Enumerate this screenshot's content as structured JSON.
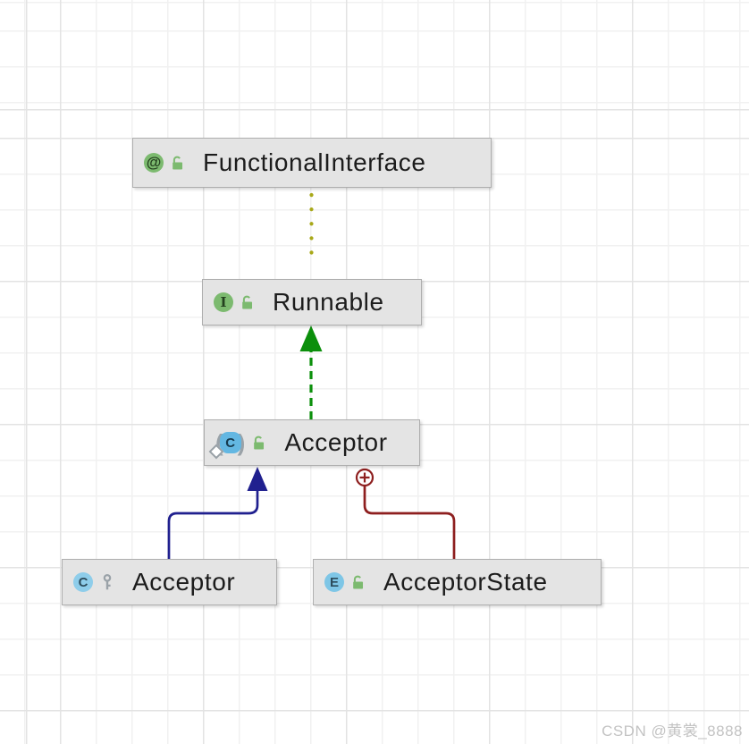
{
  "diagram": {
    "nodes": [
      {
        "label": "FunctionalInterface",
        "kind": "annotation",
        "icon_letter": "@",
        "visibility": "public"
      },
      {
        "label": "Runnable",
        "kind": "interface",
        "icon_letter": "I",
        "visibility": "public"
      },
      {
        "label": "Acceptor",
        "kind": "anonymous-class",
        "icon_letter": "C",
        "visibility": "public"
      },
      {
        "label": "Acceptor",
        "kind": "class",
        "icon_letter": "C",
        "visibility": "package-private"
      },
      {
        "label": "AcceptorState",
        "kind": "enum",
        "icon_letter": "E",
        "visibility": "public"
      }
    ],
    "edges": [
      {
        "from": "FunctionalInterface",
        "to": "Runnable",
        "relation": "annotated-with",
        "style": "dotted",
        "color": "#a8a818"
      },
      {
        "from": "Acceptor",
        "to": "Runnable",
        "relation": "implements",
        "style": "dashed-arrow",
        "color": "#0b8f0b"
      },
      {
        "from": "Acceptor (nested)",
        "to": "Acceptor",
        "relation": "extends",
        "style": "solid-arrow",
        "color": "#20208f"
      },
      {
        "from": "AcceptorState",
        "to": "Acceptor",
        "relation": "inner-class-of",
        "style": "solid-circle-plus",
        "color": "#8e1f1f"
      }
    ],
    "glyphs": {
      "paren_open": "(",
      "paren_close": ")"
    }
  },
  "watermark": "CSDN @黄裳_8888"
}
